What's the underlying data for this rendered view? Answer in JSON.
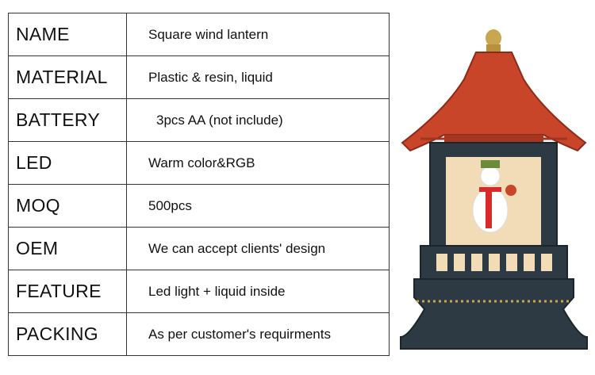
{
  "specs": [
    {
      "key": "NAME",
      "value": "Square wind lantern"
    },
    {
      "key": "MATERIAL",
      "value": "Plastic & resin, liquid"
    },
    {
      "key": "BATTERY",
      "value": "3pcs AA (not include)"
    },
    {
      "key": "LED",
      "value": "Warm color&RGB"
    },
    {
      "key": "MOQ",
      "value": "500pcs"
    },
    {
      "key": "OEM",
      "value": "We can accept clients' design"
    },
    {
      "key": "FEATURE",
      "value": "Led light + liquid inside"
    },
    {
      "key": "PACKING",
      "value": "As per customer's requirments"
    }
  ],
  "colors": {
    "roof": "#c9452a",
    "body": "#2d3a44",
    "glow": "#f2dcb8",
    "border": "#333333"
  }
}
